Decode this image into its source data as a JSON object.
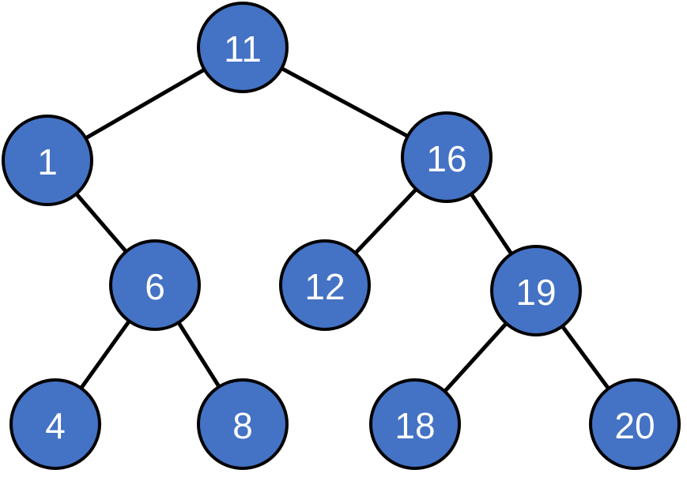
{
  "diagram": {
    "type": "binary-tree",
    "colors": {
      "node_fill": "#4472C4",
      "node_stroke": "#000000",
      "edge": "#000000",
      "label": "#ffffff"
    },
    "nodes": [
      {
        "id": "n11",
        "label": "11"
      },
      {
        "id": "n1",
        "label": "1"
      },
      {
        "id": "n16",
        "label": "16"
      },
      {
        "id": "n6",
        "label": "6"
      },
      {
        "id": "n12",
        "label": "12"
      },
      {
        "id": "n19",
        "label": "19"
      },
      {
        "id": "n4",
        "label": "4"
      },
      {
        "id": "n8",
        "label": "8"
      },
      {
        "id": "n18",
        "label": "18"
      },
      {
        "id": "n20",
        "label": "20"
      }
    ],
    "edges": [
      {
        "from": "n11",
        "to": "n1"
      },
      {
        "from": "n11",
        "to": "n16"
      },
      {
        "from": "n1",
        "to": "n6"
      },
      {
        "from": "n16",
        "to": "n12"
      },
      {
        "from": "n16",
        "to": "n19"
      },
      {
        "from": "n6",
        "to": "n4"
      },
      {
        "from": "n6",
        "to": "n8"
      },
      {
        "from": "n19",
        "to": "n18"
      },
      {
        "from": "n19",
        "to": "n20"
      }
    ]
  }
}
